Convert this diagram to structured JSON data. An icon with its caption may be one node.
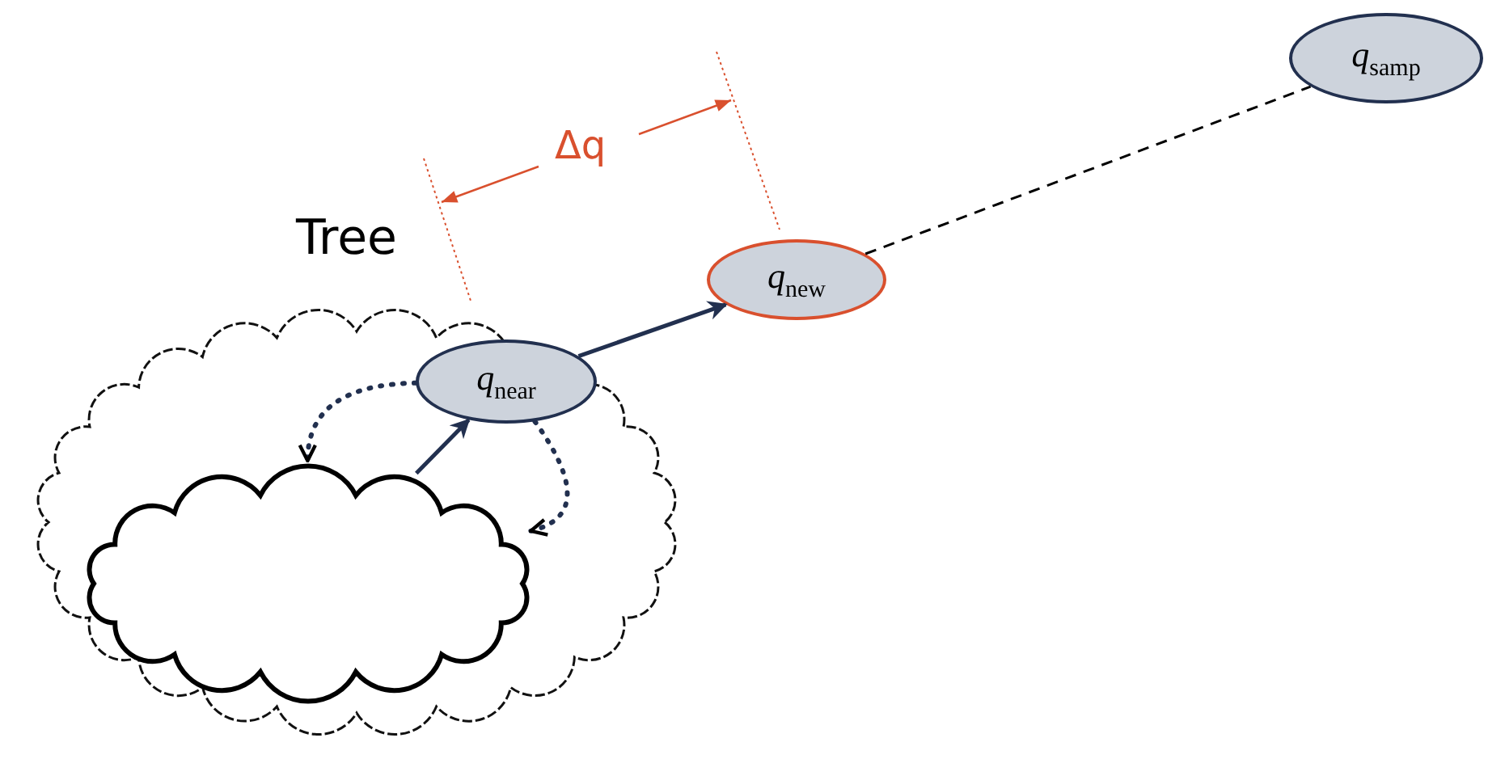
{
  "diagram": {
    "nodes": [
      {
        "text": [
          "Tree"
        ]
      },
      {
        "text": [],
        "shape": "cloud",
        "in": 0
      },
      {
        "text": [
          "*q*$_{near}$"
        ],
        "in": 0
      },
      {
        "text": [
          "*q*$_{new}$"
        ]
      },
      {
        "text": [
          "*q*$_{samp}$"
        ]
      }
    ],
    "edges": [
      {
        "from": 1,
        "to": 2,
        "arrow": "to"
      },
      {
        "from": 2,
        "to": 3,
        "arrow": "to"
      },
      {
        "from": 3,
        "to": 4,
        "arrow": "none",
        "style": "dashed",
        "color": "#000000"
      },
      {
        "from": 2,
        "to": 1,
        "arrow": "to",
        "style": "dashed"
      },
      {
        "from": 2,
        "to": 1,
        "arrow": "to",
        "style": "dashed"
      }
    ],
    "labels": [
      "Δq"
    ]
  }
}
